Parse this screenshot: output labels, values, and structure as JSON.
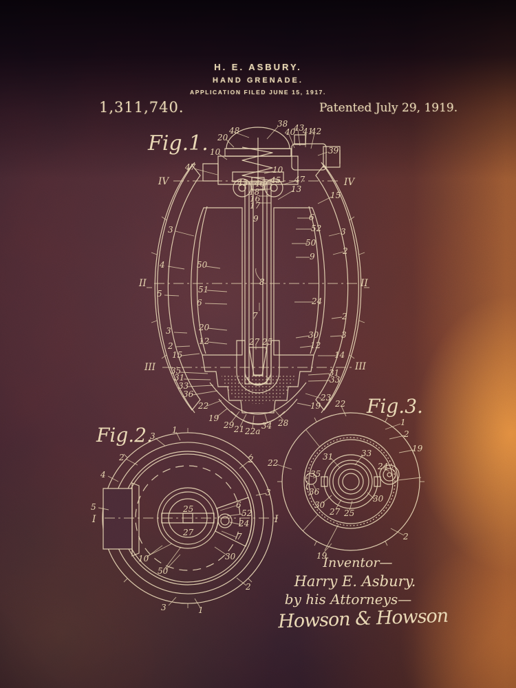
{
  "document": {
    "inventor_header": "H. E. ASBURY.",
    "title": "HAND GRENADE.",
    "application": "APPLICATION FILED JUNE 15, 1917.",
    "patent_number": "1,311,740.",
    "patent_date": "Patented July 29, 1919."
  },
  "figures": {
    "fig1": {
      "label": "Fig.1.",
      "callouts": [
        "48",
        "38",
        "20",
        "40",
        "43",
        "41",
        "42",
        "39",
        "10",
        "47",
        "IV",
        "IV",
        "10",
        "45",
        "46",
        "45",
        "47",
        "13",
        "15",
        "18",
        "16",
        "17",
        "9",
        "3",
        "6",
        "52",
        "3",
        "50",
        "2",
        "4",
        "50",
        "9",
        "II",
        "II",
        "5",
        "51",
        "6",
        "8",
        "24",
        "7",
        "2",
        "20",
        "3",
        "30",
        "3",
        "12",
        "2",
        "27",
        "25",
        "12",
        "15",
        "14",
        "III",
        "III",
        "35",
        "31",
        "33",
        "36",
        "31",
        "33",
        "23",
        "19",
        "22",
        "19",
        "29",
        "21",
        "22a",
        "34",
        "28"
      ]
    },
    "fig2": {
      "label": "Fig.2.",
      "callouts": [
        "1",
        "3",
        "2",
        "2",
        "4",
        "5",
        "I",
        "I",
        "25",
        "27",
        "6",
        "52",
        "24",
        "7",
        "3",
        "30",
        "10",
        "50",
        "2",
        "3",
        "1"
      ]
    },
    "fig3": {
      "label": "Fig.3.",
      "callouts": [
        "22",
        "22",
        "1",
        "2",
        "19",
        "33",
        "31",
        "24",
        "35",
        "36",
        "30",
        "30",
        "27",
        "25",
        "2",
        "19"
      ]
    }
  },
  "signature": {
    "inventor_caption": "Inventor—",
    "inventor_name": "Harry E. Asbury.",
    "attorneys_caption": "by his Attorneys—",
    "attorneys_signature": "Howson & Howson"
  },
  "colors": {
    "ink": "#e8d7b5",
    "background_base": "#4a2a33",
    "accent_orange": "#cc7a3c"
  }
}
